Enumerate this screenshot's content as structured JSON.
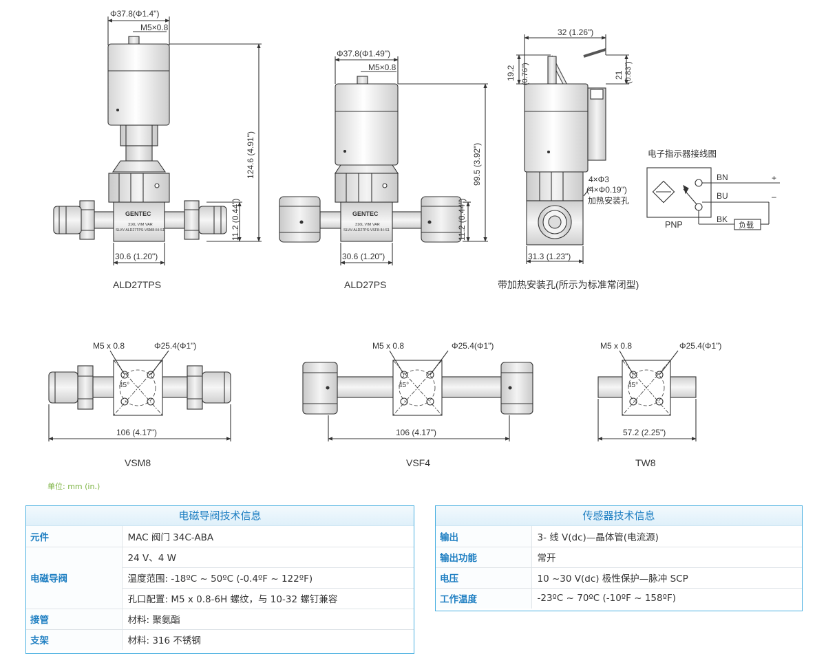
{
  "drawing": {
    "ald27tps": {
      "caption": "ALD27TPS",
      "dim_dia": "Φ37.8(Φ1.4\")",
      "dim_thread": "M5×0.8",
      "dim_height": "124.6 (4.91\")",
      "dim_offset": "11.2 (0.44\")",
      "dim_width": "30.6 (1.20\")",
      "brand": "GENTEC",
      "plate_line1": "316L VIM VAR",
      "plate_line2": "SLVV-ALD27TPS-VSM8-IH-S1"
    },
    "ald27ps": {
      "caption": "ALD27PS",
      "dim_dia": "Φ37.8(Φ1.49\")",
      "dim_thread": "M5×0.8",
      "dim_height": "99.5 (3.92\")",
      "dim_offset": "11.2 (0.44\")",
      "dim_width": "30.6 (1.20\")",
      "brand": "GENTEC",
      "plate_line1": "316L VIM VAR",
      "plate_line2": "SLVV-ALD27PS-VSF8-IH-S1"
    },
    "heater": {
      "caption": "带加热安装孔(所示为标准常闭型)",
      "dim_top": "32 (1.26\")",
      "dim_left_a": "19.2",
      "dim_left_b": "(0.76\")",
      "dim_right_a": "21",
      "dim_right_b": "(0.83\")",
      "hole_a": "4×Φ3",
      "hole_b": "(4×Φ0.19\")",
      "hole_c": "加热安装孔",
      "dim_width": "31.3 (1.23\")"
    },
    "wiring": {
      "title": "电子指示器接线图",
      "bn": "BN",
      "bu": "BU",
      "bk": "BK",
      "plus": "+",
      "minus": "–",
      "pnp": "PNP",
      "load": "负载"
    },
    "vsm8": {
      "caption": "VSM8",
      "thread": "M5 x 0.8",
      "pcd": "Φ25.4(Φ1\")",
      "angle": "45°",
      "length": "106 (4.17\")"
    },
    "vsf4": {
      "caption": "VSF4",
      "thread": "M5 x 0.8",
      "pcd": "Φ25.4(Φ1\")",
      "angle": "45°",
      "length": "106 (4.17\")"
    },
    "tw8": {
      "caption": "TW8",
      "thread": "M5 x 0.8",
      "pcd": "Φ25.4(Φ1\")",
      "angle": "45°",
      "length": "57.2 (2.25\")"
    },
    "unit_note": "单位: mm (in.)"
  },
  "solenoid_table": {
    "title": "电磁导阀技术信息",
    "rows": [
      {
        "key": "元件",
        "values": [
          "MAC 阀门 34C-ABA"
        ]
      },
      {
        "key": "电磁导阀",
        "values": [
          "24 V、4 W",
          "温度范围: -18ºC ~ 50ºC (-0.4ºF ~ 122ºF)",
          "孔口配置: M5 x 0.8-6H 螺纹，与 10-32 螺钉兼容"
        ]
      },
      {
        "key": "接管",
        "values": [
          "材料: 聚氨酯"
        ]
      },
      {
        "key": "支架",
        "values": [
          "材料: 316 不锈钢"
        ]
      }
    ]
  },
  "sensor_table": {
    "title": "传感器技术信息",
    "rows": [
      {
        "key": "输出",
        "value": "3- 线 V(dc)—晶体管(电流源)"
      },
      {
        "key": "输出功能",
        "value": "常开"
      },
      {
        "key": "电压",
        "value": "10 ~30 V(dc) 极性保护—脉冲 SCP"
      },
      {
        "key": "工作温度",
        "value": "-23ºC ~ 70ºC (-10ºF ~ 158ºF)"
      }
    ]
  },
  "colors": {
    "accent": "#1f7fc2",
    "border": "#46aee0",
    "note": "#7cb342",
    "line": "#333333"
  }
}
